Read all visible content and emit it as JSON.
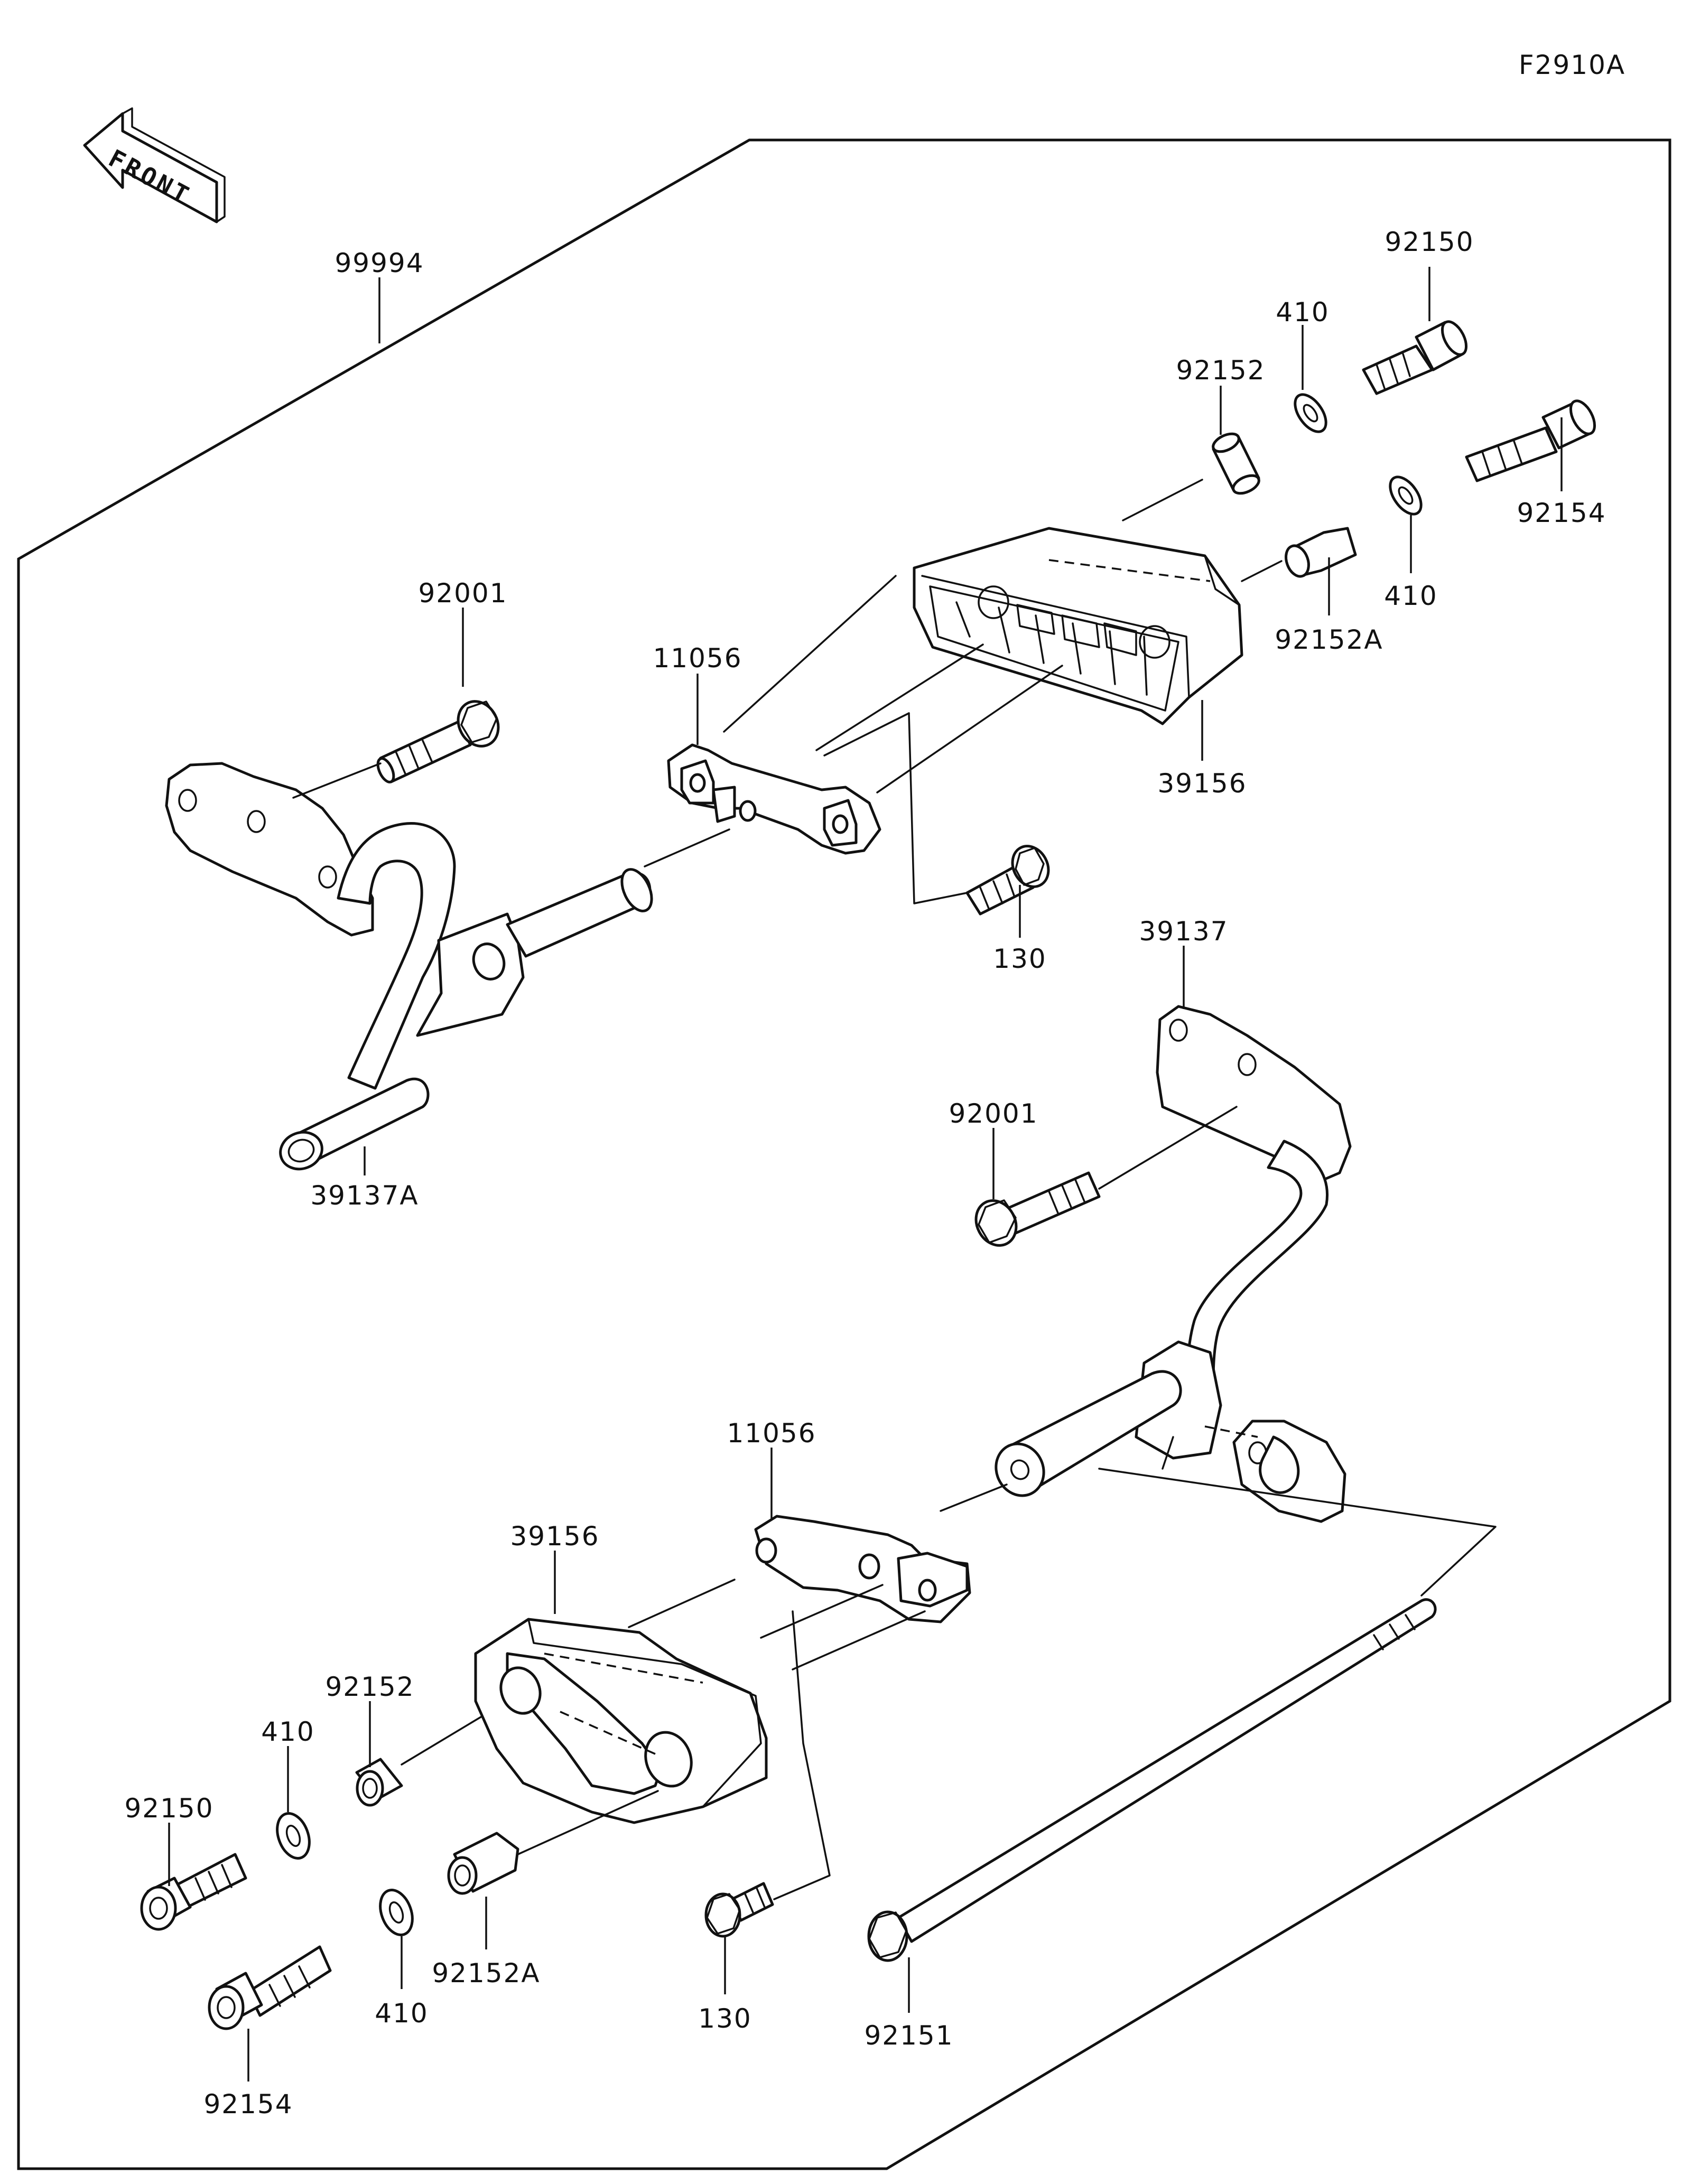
{
  "figure_id": "F2910A",
  "front_label": "FRONT",
  "labels": {
    "kit": "99994",
    "bolt_92150_top": "92150",
    "washer_410_top_a": "410",
    "collar_92152_top": "92152",
    "bolt_92154_top": "92154",
    "washer_410_top_b": "410",
    "collar_92152a_top": "92152A",
    "bolt_92001_left": "92001",
    "bracket_11056_top": "11056",
    "slider_39156_top": "39156",
    "bolt_130_top": "130",
    "bracket_39137a": "39137A",
    "bracket_39137": "39137",
    "bolt_92001_right": "92001",
    "bracket_11056_bottom": "11056",
    "slider_39156_bottom": "39156",
    "collar_92152_bottom": "92152",
    "washer_410_bottom_a": "410",
    "bolt_92150_bottom": "92150",
    "collar_92152a_bottom": "92152A",
    "washer_410_bottom_b": "410",
    "bolt_130_bottom": "130",
    "bolt_92151": "92151",
    "bolt_92154_bottom": "92154"
  }
}
